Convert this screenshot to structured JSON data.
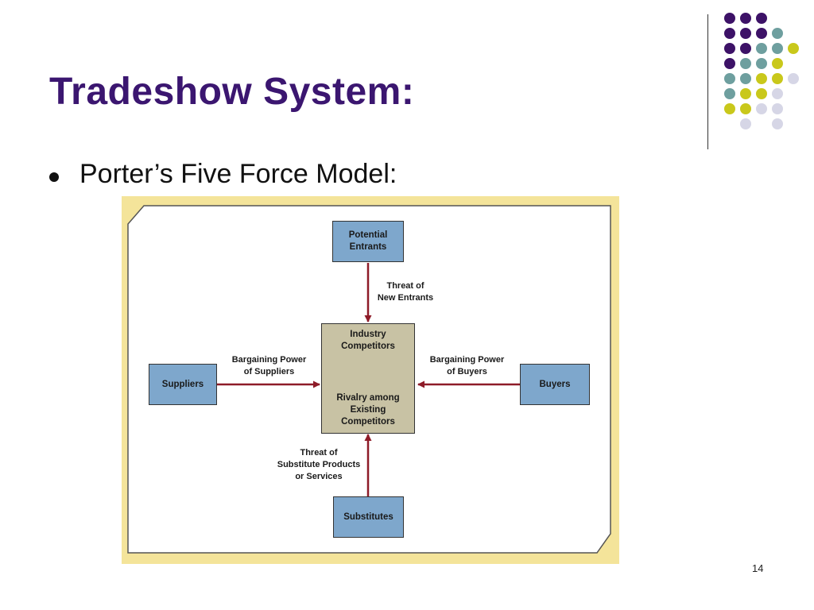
{
  "slide": {
    "title": "Tradeshow System:",
    "bullet": "Porter’s Five Force Model:",
    "page_number": "14"
  },
  "colors": {
    "title": "#3b1670",
    "dot_purple": "#3d1267",
    "dot_teal": "#6e9f9f",
    "dot_yellow": "#c9c81b",
    "dot_lavender": "#d6d6e6",
    "frame_outer": "#f4e49a",
    "node_blue": "#7ea7cc",
    "node_center": "#c8c2a4",
    "arrow": "#8e1b28"
  },
  "diagram": {
    "nodes": {
      "potential_entrants": "Potential\nEntrants",
      "suppliers": "Suppliers",
      "buyers": "Buyers",
      "substitutes": "Substitutes",
      "center_top": "Industry\nCompetitors",
      "center_bottom": "Rivalry among\nExisting\nCompetitors"
    },
    "edges": {
      "threat_new_entrants": "Threat of\nNew Entrants",
      "bargaining_suppliers": "Bargaining Power\nof Suppliers",
      "bargaining_buyers": "Bargaining Power\nof Buyers",
      "threat_substitutes": "Threat of\nSubstitute Products\nor Services"
    }
  }
}
